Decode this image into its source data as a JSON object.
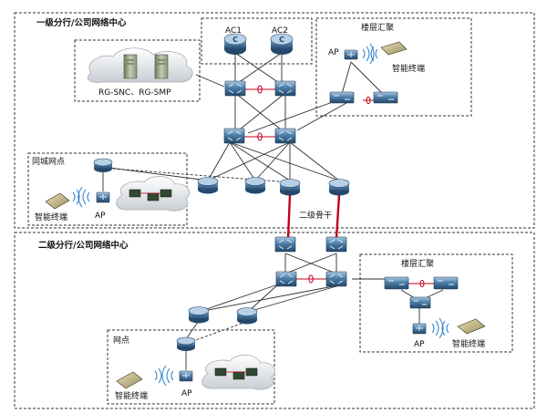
{
  "regions": {
    "tier1_title": "一级分行/公司网络中心",
    "tier2_title": "二级分行/公司网络中心",
    "same_city_site": "同城网点",
    "branch_site": "网点"
  },
  "labels": {
    "ac1": "AC1",
    "ac2": "AC2",
    "servers": "RG-SNC、RG-SMP",
    "floor_aggregation_top": "楼层汇聚",
    "floor_aggregation_bottom": "楼层汇聚",
    "ap_top": "AP",
    "terminal_top": "智能终端",
    "ap_samecity": "AP",
    "terminal_samecity": "智能终端",
    "backbone": "二级骨干",
    "ap_bottom": "AP",
    "terminal_bottom": "智能终端",
    "ap_branch": "AP",
    "terminal_branch": "智能终端"
  },
  "colors": {
    "device_blue": "#3f6f98",
    "link_red": "#c0001a",
    "border_dash": "#333333"
  }
}
